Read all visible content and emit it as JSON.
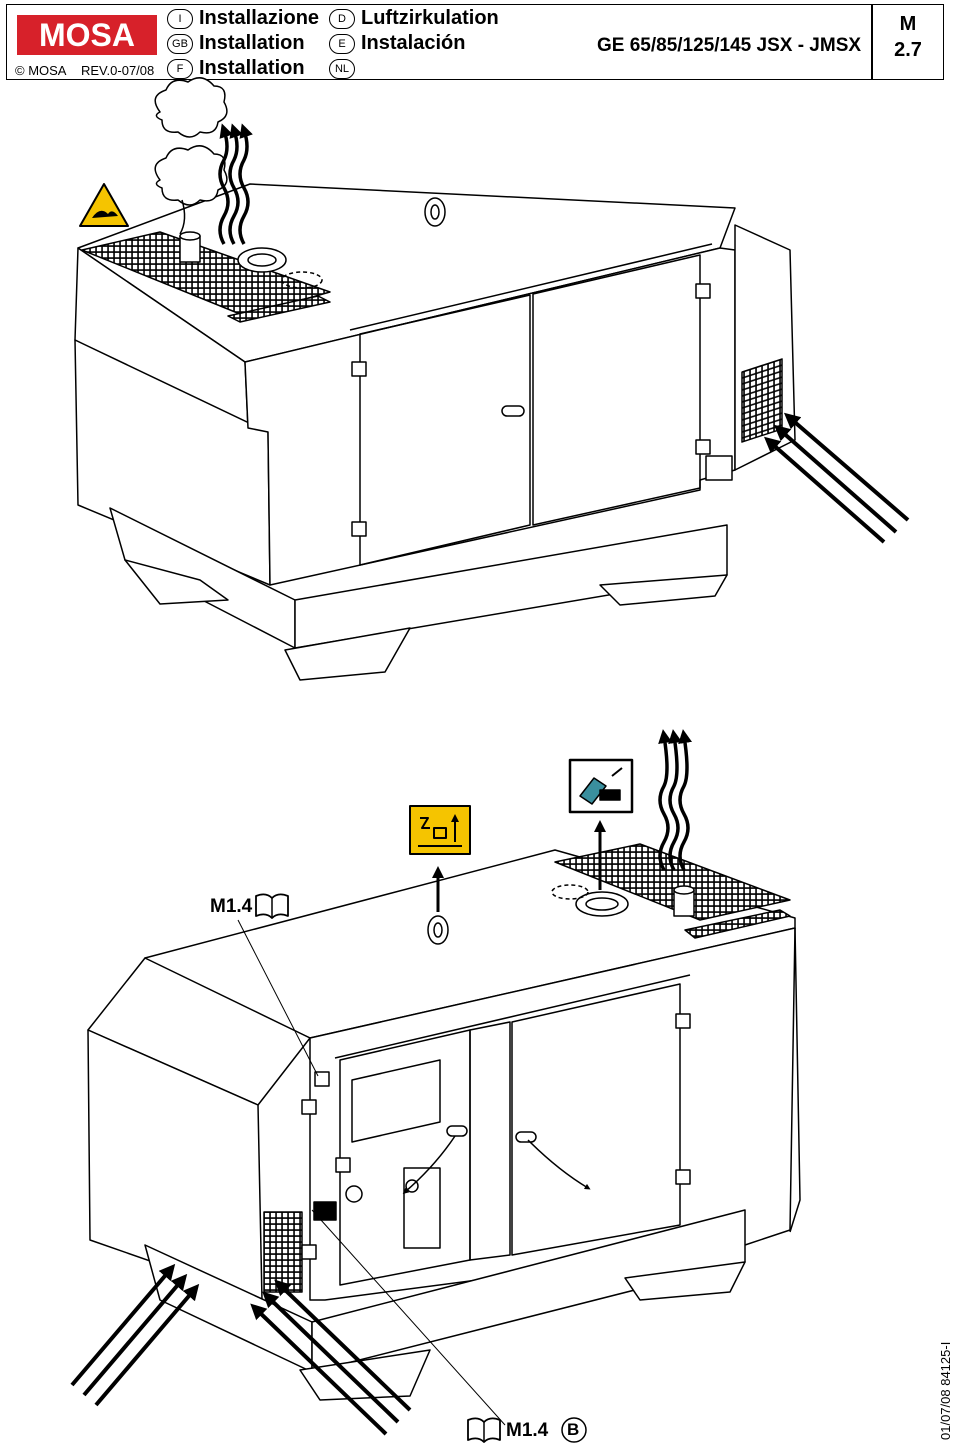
{
  "header": {
    "brand": "MOSA",
    "copyright": "© MOSA",
    "revision": "REV.0-07/08",
    "languages": [
      {
        "code": "I",
        "label": "Installazione"
      },
      {
        "code": "GB",
        "label": "Installation"
      },
      {
        "code": "F",
        "label": "Installation"
      },
      {
        "code": "D",
        "label": "Luftzirkulation"
      },
      {
        "code": "E",
        "label": "Instalación"
      },
      {
        "code": "NL",
        "label": ""
      }
    ],
    "model": "GE 65/85/125/145 JSX - JMSX",
    "section_line1": "M",
    "section_line2": "2.7"
  },
  "figure": {
    "ref_top": "M1.4",
    "ref_bottom": "M1.4",
    "ref_bottom_letter": "B"
  },
  "doc_code": "01/07/08  84125-I",
  "colors": {
    "brand_red": "#d7212a",
    "warning_yellow": "#f5c400",
    "ink": "#000000"
  }
}
